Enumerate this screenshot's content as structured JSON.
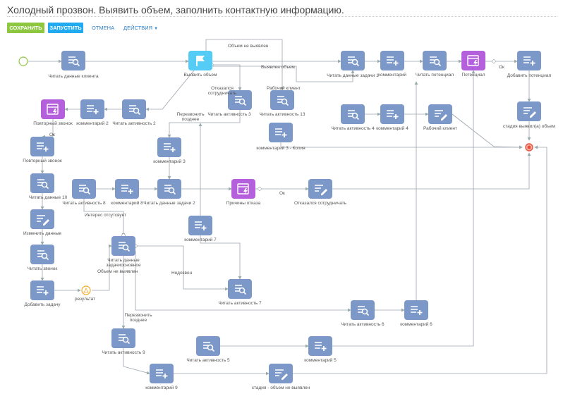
{
  "title": "Холодный прозвон. Выявить объем, заполнить контактную информацию.",
  "toolbar": {
    "save": "СОХРАНИТЬ",
    "run": "ЗАПУСТИТЬ",
    "cancel": "ОТМЕНА",
    "actions": "ДЕЙСТВИЯ"
  },
  "nodes": [
    {
      "id": "n_read_client",
      "label": "Читать данные клиента",
      "icon": "read-icon",
      "color": "blue"
    },
    {
      "id": "n_find_volume",
      "label": "Выявить объем",
      "icon": "flag-icon",
      "color": "cyan"
    },
    {
      "id": "n_read_task1",
      "label": "Читать данные задачи 1",
      "icon": "read-icon",
      "color": "blue"
    },
    {
      "id": "n_comment_top",
      "label": "комментарий",
      "icon": "add-icon",
      "color": "blue"
    },
    {
      "id": "n_read_potential",
      "label": "Читать потенциал",
      "icon": "read-icon",
      "color": "blue"
    },
    {
      "id": "n_potential",
      "label": "Потенциал",
      "icon": "lightning-icon",
      "color": "purple"
    },
    {
      "id": "n_add_potential",
      "label": "Добавить потенциал",
      "icon": "add-icon",
      "color": "blue"
    },
    {
      "id": "n_read_activity3",
      "label": "Читать активность 3",
      "icon": "read-icon",
      "color": "blue"
    },
    {
      "id": "n_read_activity13",
      "label": "Читать активность 13",
      "icon": "read-icon",
      "color": "blue"
    },
    {
      "id": "n_comment3_copy",
      "label": "комментарий 3 - Копия",
      "icon": "add-icon",
      "color": "blue"
    },
    {
      "id": "n_repeat_call_event",
      "label": "Повторный звонок",
      "icon": "lightning-icon",
      "color": "purple"
    },
    {
      "id": "n_comment2",
      "label": "комментарий 2",
      "icon": "add-icon",
      "color": "blue"
    },
    {
      "id": "n_read_activity2",
      "label": "Читать активность 2",
      "icon": "read-icon",
      "color": "blue"
    },
    {
      "id": "n_read_activity4",
      "label": "Читать активность 4",
      "icon": "read-icon",
      "color": "blue"
    },
    {
      "id": "n_comment4",
      "label": "комментарий 4",
      "icon": "add-icon",
      "color": "blue"
    },
    {
      "id": "n_work_client",
      "label": "Рабочий клиент",
      "icon": "edit-icon",
      "color": "blue"
    },
    {
      "id": "n_stage_found",
      "label": "стадия выявил(а) объем",
      "icon": "edit-icon",
      "color": "blue"
    },
    {
      "id": "n_repeat_call",
      "label": "Повторный звонок",
      "icon": "add-icon",
      "color": "blue"
    },
    {
      "id": "n_comment3",
      "label": "комментарий 3",
      "icon": "add-icon",
      "color": "blue"
    },
    {
      "id": "n_read_data10",
      "label": "Читать данные 10",
      "icon": "read-icon",
      "color": "blue"
    },
    {
      "id": "n_read_activity8",
      "label": "Читать активность 8",
      "icon": "read-icon",
      "color": "blue"
    },
    {
      "id": "n_comment8",
      "label": "комментарий 8",
      "icon": "add-icon",
      "color": "blue"
    },
    {
      "id": "n_read_task2",
      "label": "Читать данные задачи 2",
      "icon": "read-icon",
      "color": "blue"
    },
    {
      "id": "n_refuse_reason",
      "label": "Причины отказа",
      "icon": "lightning-icon",
      "color": "purple"
    },
    {
      "id": "n_refused",
      "label": "Отказался сотрудничать",
      "icon": "edit-icon",
      "color": "blue"
    },
    {
      "id": "n_change_data",
      "label": "Изменить данные",
      "icon": "edit-icon",
      "color": "blue"
    },
    {
      "id": "n_comment7",
      "label": "комментарий 7",
      "icon": "add-icon",
      "color": "blue"
    },
    {
      "id": "n_read_call",
      "label": "Читать звонок",
      "icon": "read-icon",
      "color": "blue"
    },
    {
      "id": "n_read_task_main",
      "label": "Читать данные задачиосновное",
      "icon": "read-icon",
      "color": "blue"
    },
    {
      "id": "n_add_task",
      "label": "Добавить задачу",
      "icon": "add-icon",
      "color": "blue"
    },
    {
      "id": "n_read_activity7",
      "label": "Читать активность 7",
      "icon": "read-icon",
      "color": "blue"
    },
    {
      "id": "n_read_activity6",
      "label": "Читать активность 6",
      "icon": "read-icon",
      "color": "blue"
    },
    {
      "id": "n_comment6",
      "label": "комментарий 6",
      "icon": "add-icon",
      "color": "blue"
    },
    {
      "id": "n_read_activity9",
      "label": "Читать активность 9",
      "icon": "read-icon",
      "color": "blue"
    },
    {
      "id": "n_read_activity5",
      "label": "Читать активность 5",
      "icon": "read-icon",
      "color": "blue"
    },
    {
      "id": "n_comment5",
      "label": "комментарий 5",
      "icon": "add-icon",
      "color": "blue"
    },
    {
      "id": "n_comment9",
      "label": "комментарий 9",
      "icon": "add-icon",
      "color": "blue"
    },
    {
      "id": "n_stage_not_found",
      "label": "стадия - объем не выявлен",
      "icon": "edit-icon",
      "color": "blue"
    }
  ],
  "edge_labels": {
    "volume_not_found_top": "Объем не выявлен",
    "volume_found": "Выявлен объем",
    "refused_coop": "Отказался сотрудничать",
    "work_client": "Рабочий клиент",
    "call_later": "Перезвонить позднее",
    "ok_top": "Ок",
    "ok_left": "Ок",
    "ok_middle": "Ок",
    "no_interest": "Интерес отсутсвует",
    "volume_not_found_mid": "Объем не выявлен",
    "no_answer": "Недозвон",
    "call_later2": "Перезвонить позднее",
    "result": "результат"
  }
}
